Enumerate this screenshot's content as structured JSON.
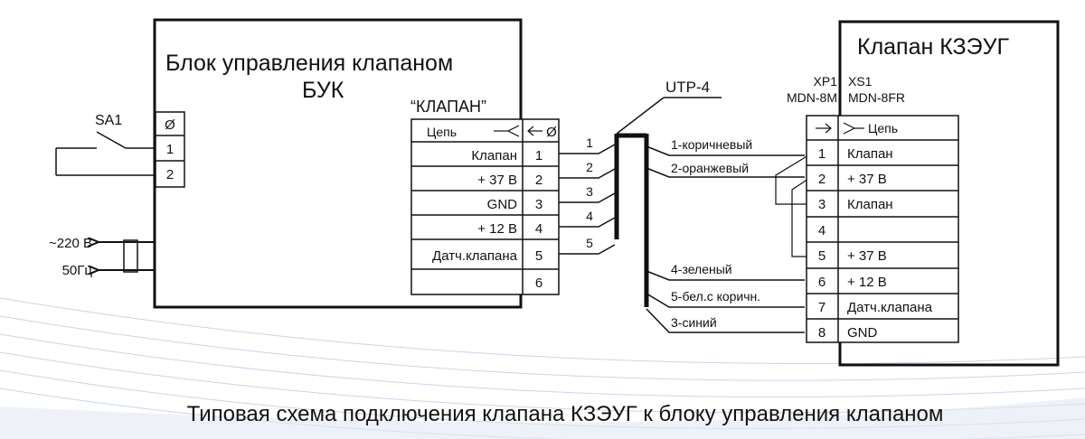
{
  "buk_block": {
    "title_line1": "Блок управления клапаном",
    "title_line2": "БУК",
    "connector_label": "“КЛАПАН”"
  },
  "switch": {
    "label": "SA1",
    "terminals": [
      "Ø",
      "1",
      "2"
    ]
  },
  "power": {
    "voltage": "~220 В",
    "frequency": "50Гц"
  },
  "buk_connector": {
    "header_label": "Цепь",
    "header_symbol": "Ø",
    "rows": [
      {
        "name": "Клапан",
        "num": "1"
      },
      {
        "name": "+ 37 В",
        "num": "2"
      },
      {
        "name": "GND",
        "num": "3"
      },
      {
        "name": "+ 12 В",
        "num": "4"
      },
      {
        "name": "Датч.клапана",
        "num": "5"
      },
      {
        "name": "",
        "num": "6"
      }
    ]
  },
  "cable": {
    "label": "UTP-4",
    "wire_numbers": [
      "1",
      "2",
      "3",
      "4",
      "5"
    ],
    "wire_colors": [
      "1-коричневый",
      "2-оранжевый",
      "4-зеленый",
      "5-бел.с коричн.",
      "3-синий"
    ]
  },
  "valve_block": {
    "title": "Клапан КЗЭУГ",
    "xp_label": "XP1",
    "xp_model": "MDN-8M",
    "xs_label": "XS1",
    "xs_model": "MDN-8FR",
    "header_label": "Цепь",
    "rows": [
      {
        "num": "1",
        "name": "Клапан"
      },
      {
        "num": "2",
        "name": "+ 37 В"
      },
      {
        "num": "3",
        "name": "Клапан"
      },
      {
        "num": "4",
        "name": ""
      },
      {
        "num": "5",
        "name": "+ 37 В"
      },
      {
        "num": "6",
        "name": "+ 12 В"
      },
      {
        "num": "7",
        "name": "Датч.клапана"
      },
      {
        "num": "8",
        "name": "GND"
      }
    ]
  },
  "caption": "Типовая схема подключения клапана КЗЭУГ к блоку управления клапаном"
}
